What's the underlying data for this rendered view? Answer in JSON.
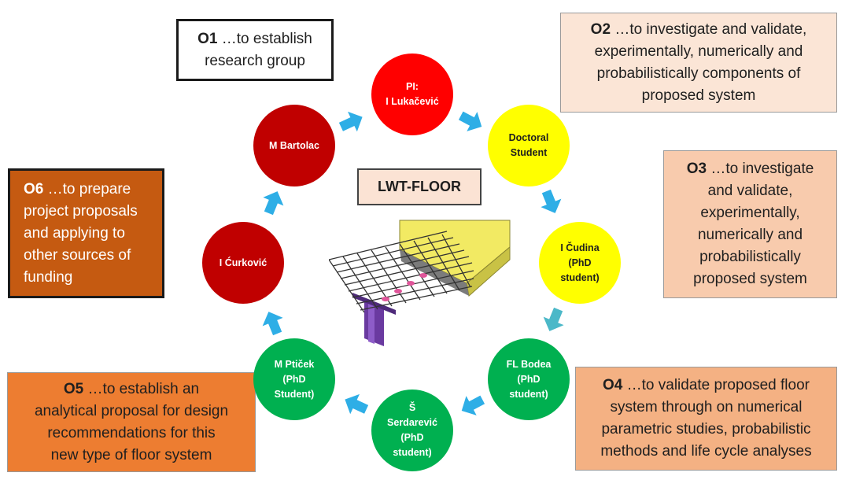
{
  "center": {
    "title": "LWT-FLOOR"
  },
  "objectives": [
    {
      "code": "O1",
      "lines": [
        "…to establish",
        "research group"
      ]
    },
    {
      "code": "O2",
      "lines": [
        "…to investigate and validate,",
        "experimentally, numerically and",
        "probabilistically components of",
        "proposed system"
      ]
    },
    {
      "code": "O3",
      "lines": [
        "…to investigate",
        "and validate,",
        "experimentally,",
        "numerically and",
        "probabilistically",
        "proposed system"
      ]
    },
    {
      "code": "O4",
      "lines": [
        "…to validate proposed floor",
        "system through on numerical",
        "parametric studies, probabilistic",
        "methods and life cycle analyses"
      ]
    },
    {
      "code": "O5",
      "lines": [
        "…to establish an",
        "analytical proposal for design",
        "recommendations for this",
        "new type of floor system"
      ]
    },
    {
      "code": "O6",
      "lines": [
        "…to prepare",
        "project proposals",
        "and applying to",
        "other sources of",
        "funding"
      ]
    }
  ],
  "members": [
    {
      "lines": [
        "PI:",
        "I Lukačević"
      ],
      "color": "#ff0000",
      "text_color": "#ffffff"
    },
    {
      "lines": [
        "Doctoral",
        "Student"
      ],
      "color": "#ffff00",
      "text_color": "#1f1f1f"
    },
    {
      "lines": [
        "I Čudina",
        "(PhD",
        "student)"
      ],
      "color": "#ffff00",
      "text_color": "#1f1f1f"
    },
    {
      "lines": [
        "FL Bodea",
        "(PhD",
        "student)"
      ],
      "color": "#00b050",
      "text_color": "#ffffff"
    },
    {
      "lines": [
        "Š",
        "Serdarević",
        "(PhD",
        "student)"
      ],
      "color": "#00b050",
      "text_color": "#ffffff"
    },
    {
      "lines": [
        "M Ptiček",
        "(PhD",
        "Student)"
      ],
      "color": "#00b050",
      "text_color": "#ffffff"
    },
    {
      "lines": [
        "I Ćurković"
      ],
      "color": "#c00000",
      "text_color": "#ffffff"
    },
    {
      "lines": [
        "M Bartolac"
      ],
      "color": "#c00000",
      "text_color": "#ffffff"
    }
  ],
  "colors": {
    "arrow": "#2eaee6",
    "arrow_alt": "#4bb8c8",
    "o1_bg": "#ffffff",
    "o2_bg": "#fbe5d6",
    "o3_bg": "#f8cbad",
    "o4_bg": "#f4b183",
    "o5_bg": "#ed7d31",
    "o6_bg": "#c55a11"
  }
}
